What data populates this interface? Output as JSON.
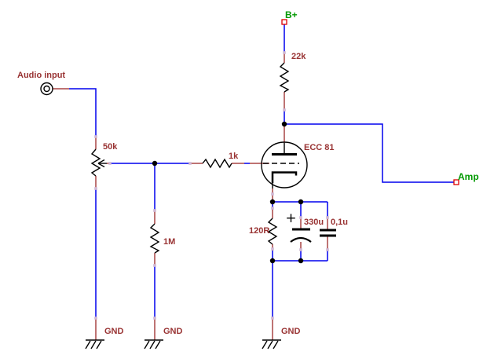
{
  "colors": {
    "background": "#FFFFFF",
    "wire": "#0000EE",
    "component_lead": "#A84444",
    "component_label": "#993333",
    "terminal_label": "#009900",
    "terminal_outline": "#DD0000",
    "terminal_fill": "#FFFFFF",
    "symbol": "#000000",
    "pin_marker": "#D0B8D4"
  },
  "input": {
    "label": "Audio input"
  },
  "terminals": {
    "supply": "B+",
    "output": "Amp"
  },
  "components": {
    "volume_pot": {
      "value": "50k"
    },
    "grid_resistor": {
      "value": "1k"
    },
    "grid_leak_resistor": {
      "value": "1M"
    },
    "plate_resistor": {
      "value": "22k"
    },
    "tube": {
      "name": "ECC 81"
    },
    "cathode_resistor": {
      "value": "120R"
    },
    "cathode_bypass_cap": {
      "value": "330u",
      "polarity": "+"
    },
    "film_cap": {
      "value": "0,1u"
    }
  },
  "grounds": {
    "input": "GND",
    "grid_leak": "GND",
    "cathode": "GND"
  }
}
